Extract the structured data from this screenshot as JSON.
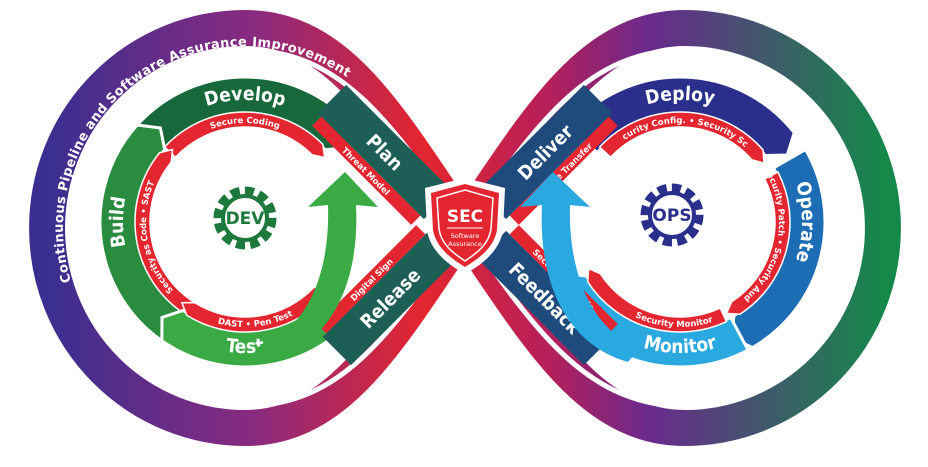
{
  "title": "Continuous Pipeline and Software Assurance Improvements",
  "center_badge": {
    "label": "SEC",
    "sublabel_line1": "Software",
    "sublabel_line2": "Assurance",
    "color": "#e3262f"
  },
  "dev": {
    "gear_label": "DEV",
    "color": "#1e7a3c",
    "stages": [
      {
        "name": "Develop",
        "security": "Secure Coding",
        "color": "#17683a"
      },
      {
        "name": "Build",
        "security": "Security as Code  •  SAST",
        "color": "#2a8c3f"
      },
      {
        "name": "Test",
        "security": "DAST  •  Pen Test",
        "color": "#3aaa45"
      },
      {
        "name": "Plan",
        "security": "Threat Model",
        "color": "#1d5f57"
      },
      {
        "name": "Release",
        "security": "Digital Sign",
        "color": "#1d5f57"
      }
    ]
  },
  "ops": {
    "gear_label": "OPS",
    "color": "#2b2f8c",
    "stages": [
      {
        "name": "Deploy",
        "security": "Security Config.  •  Security Scan",
        "color": "#2b2f8c"
      },
      {
        "name": "Operate",
        "security": "Security Patch  •  Security Audit",
        "color": "#1c6db3"
      },
      {
        "name": "Monitor",
        "security": "Security Monitor",
        "color": "#2aa8e0"
      },
      {
        "name": "Deliver",
        "security": "Secure Transfer",
        "color": "#1f4b7c"
      },
      {
        "name": "Feedback",
        "security": "Security Analysis",
        "color": "#1f4b7c"
      }
    ]
  },
  "security_color": "#e3262f"
}
